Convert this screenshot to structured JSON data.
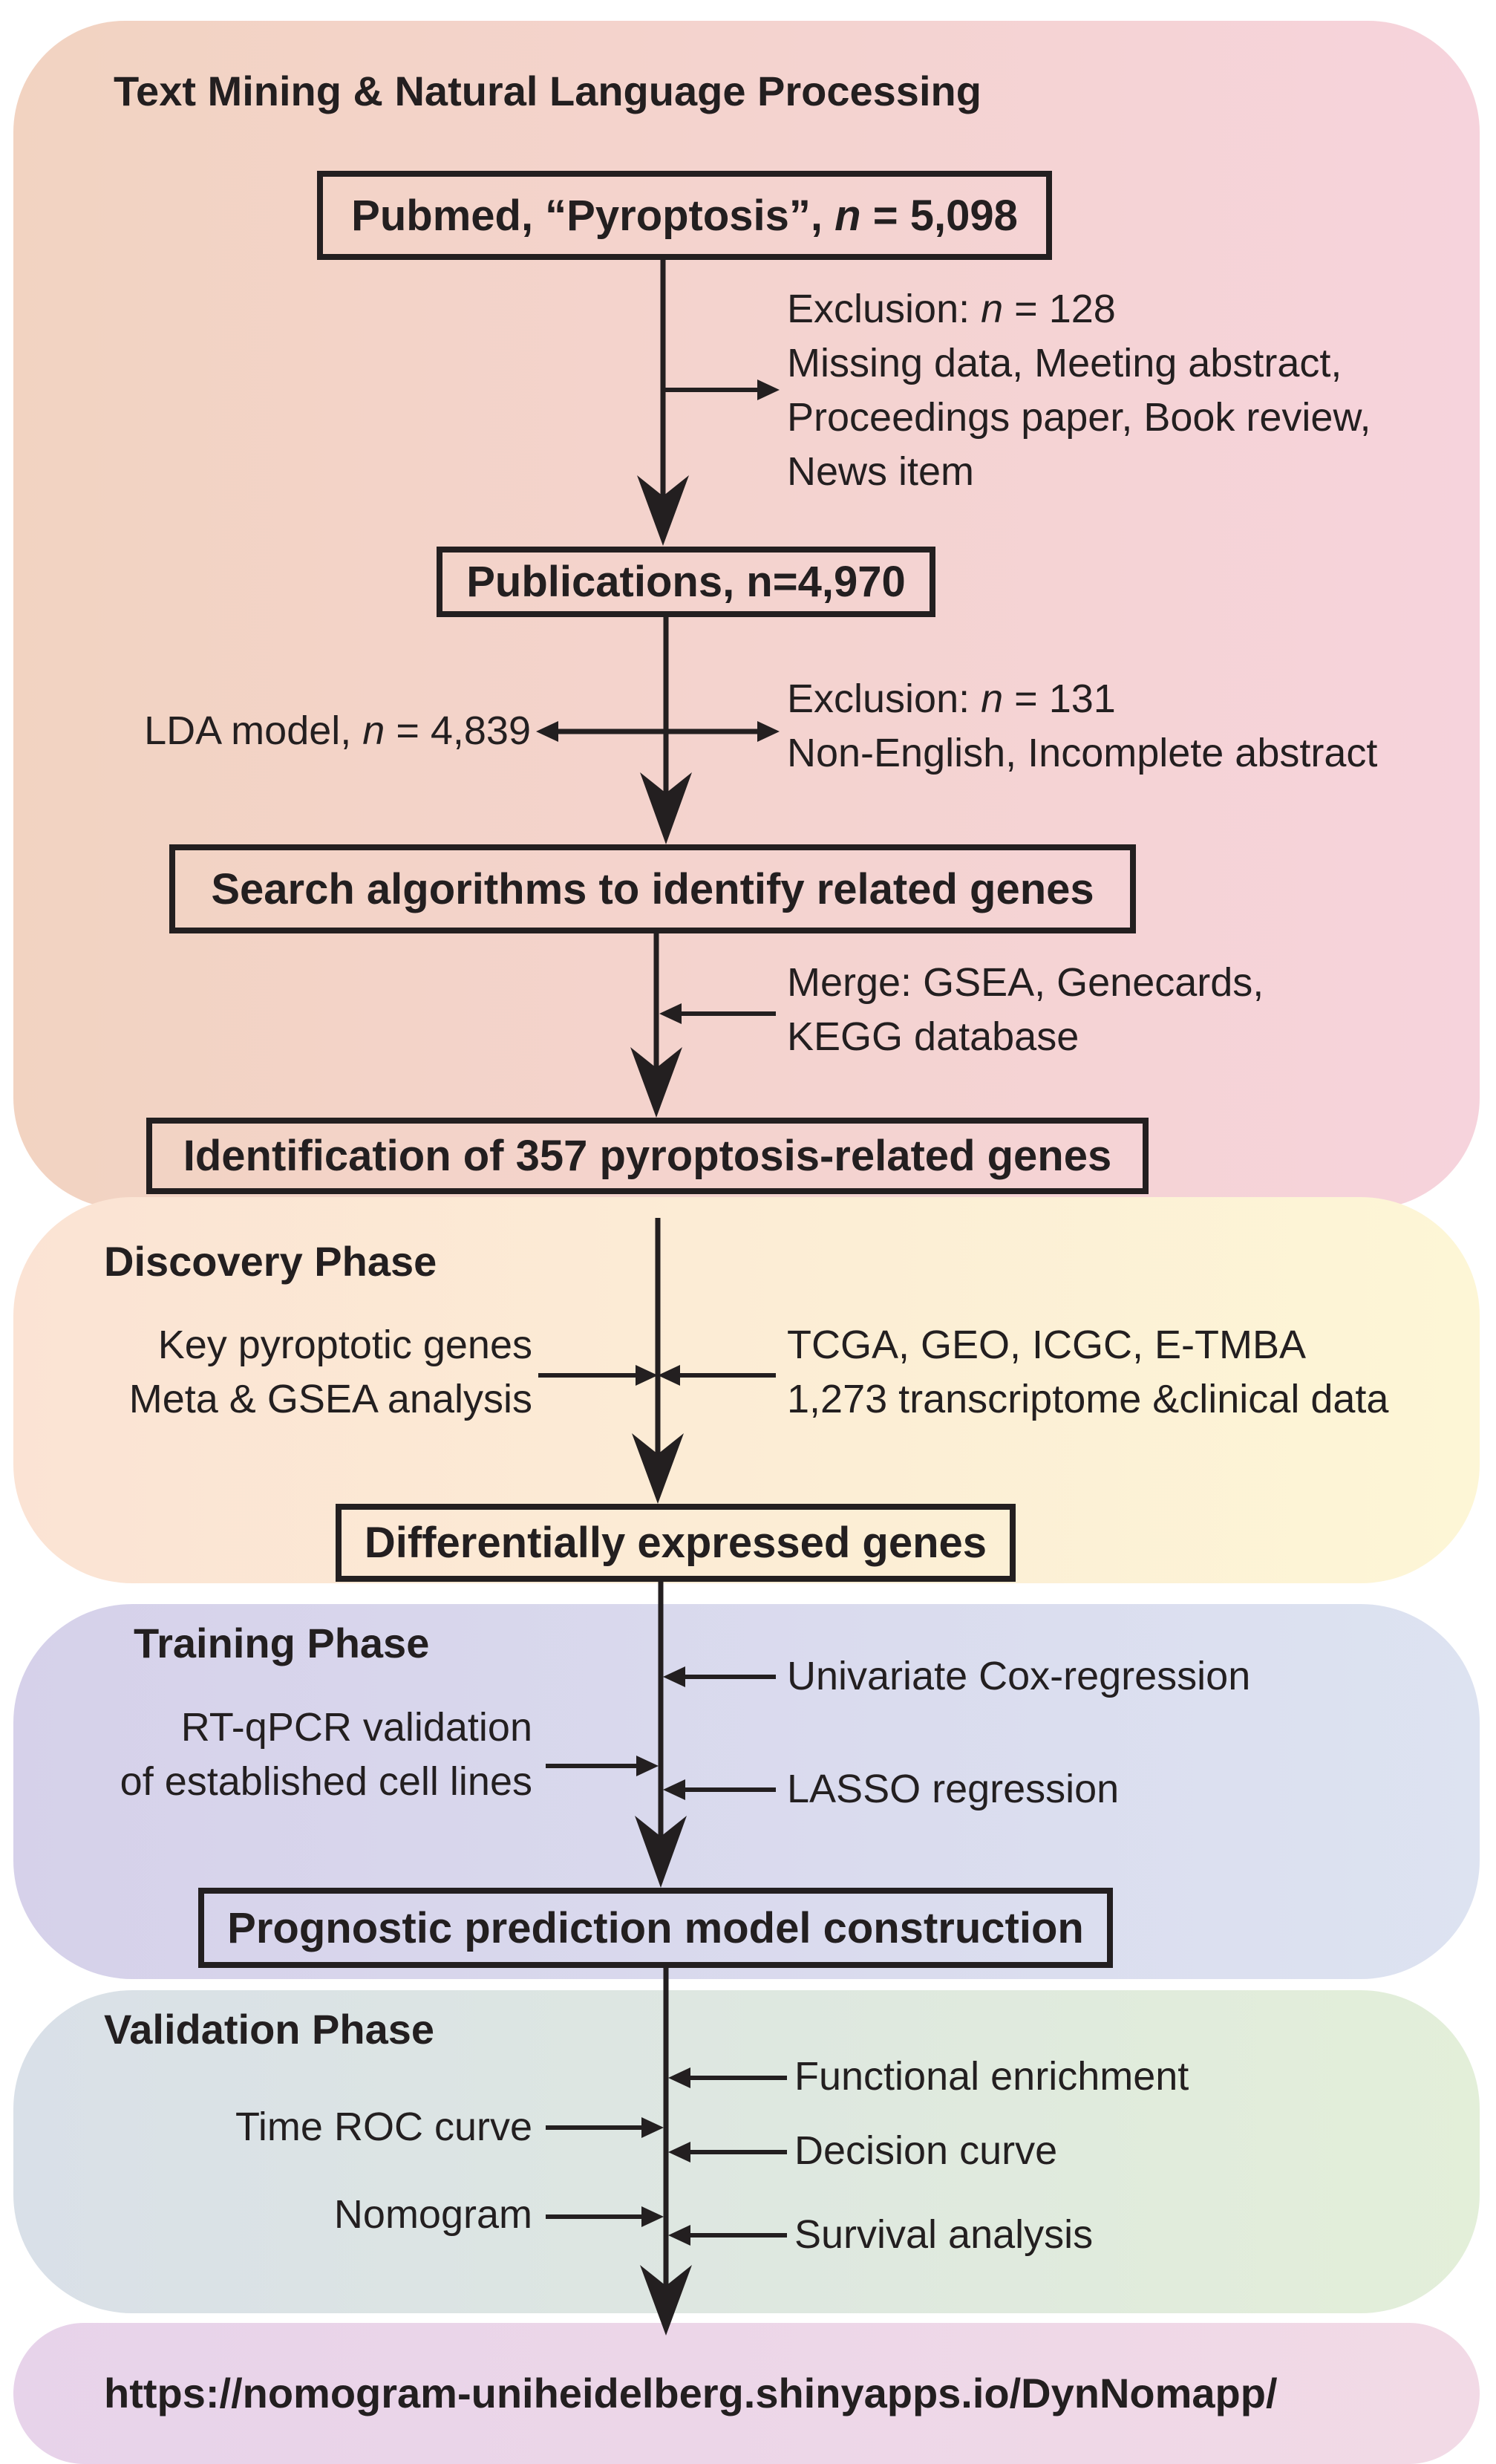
{
  "sections": {
    "text_mining": {
      "title": "Text Mining & Natural Language Processing",
      "colors": [
        "#f2d3c1",
        "#f6d3dc"
      ]
    },
    "discovery": {
      "title": "Discovery Phase",
      "colors": [
        "#fbe3d4",
        "#fdf6d6"
      ]
    },
    "training": {
      "title": "Training Phase",
      "colors": [
        "#d6d1ea",
        "#dde3f1"
      ]
    },
    "validation": {
      "title": "Validation Phase",
      "colors": [
        "#d9e0e8",
        "#e3efd9"
      ]
    },
    "link": {
      "colors": [
        "#e7d3ea",
        "#f2dae6"
      ]
    }
  },
  "boxes": {
    "pubmed": {
      "prefix": "Pubmed, “Pyroptosis”, ",
      "n": "n",
      "suffix": " = 5,098"
    },
    "publications": "Publications, n=4,970",
    "search": "Search algorithms to identify related genes",
    "identification": "Identification of 357 pyroptosis-related genes",
    "deg": "Differentially expressed genes",
    "prognostic": "Prognostic prediction model construction"
  },
  "notes": {
    "exclusion1": {
      "head_prefix": "Exclusion: ",
      "n": "n",
      "head_suffix": " = 128",
      "lines": [
        "Missing data, Meeting abstract,",
        "Proceedings paper, Book review,",
        "News item"
      ]
    },
    "lda": {
      "prefix": "LDA model, ",
      "n": "n",
      "suffix": " = 4,839"
    },
    "exclusion2": {
      "head_prefix": "Exclusion: ",
      "n": "n",
      "head_suffix": " = 131",
      "lines": [
        "Non-English, Incomplete abstract"
      ]
    },
    "merge": {
      "lines": [
        "Merge: GSEA, Genecards,",
        "KEGG database"
      ]
    },
    "key_genes": {
      "lines": [
        "Key pyroptotic genes",
        "Meta & GSEA analysis"
      ]
    },
    "tcga": {
      "lines": [
        "TCGA, GEO, ICGC, E-TMBA",
        "1,273 transcriptome &clinical data"
      ]
    },
    "univariate": "Univariate Cox-regression",
    "rtqpcr": {
      "lines": [
        "RT-qPCR validation",
        "of established cell lines"
      ]
    },
    "lasso": "LASSO regression",
    "functional": "Functional enrichment",
    "time_roc": "Time ROC curve",
    "decision": "Decision curve",
    "nomogram": "Nomogram",
    "survival": "Survival analysis"
  },
  "url": "https://nomogram-uniheidelberg.shinyapps.io/DynNomapp/"
}
